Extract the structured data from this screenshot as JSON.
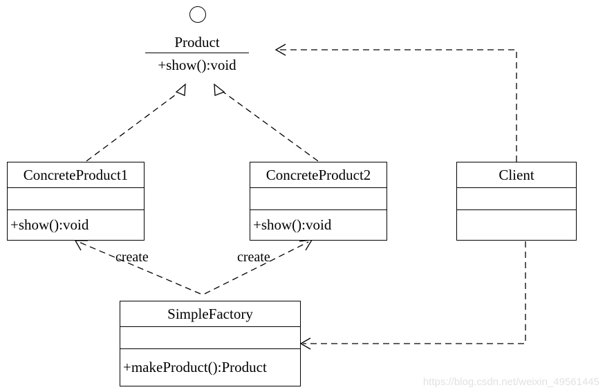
{
  "interface": {
    "name": "Product",
    "operation": "+show():void"
  },
  "classes": {
    "concrete_product_1": {
      "name": "ConcreteProduct1",
      "operation": "+show():void"
    },
    "concrete_product_2": {
      "name": "ConcreteProduct2",
      "operation": "+show():void"
    },
    "client": {
      "name": "Client"
    },
    "simple_factory": {
      "name": "SimpleFactory",
      "operation": "+makeProduct():Product"
    }
  },
  "relations": {
    "create_label_1": "create",
    "create_label_2": "create"
  },
  "watermark": "https://blog.csdn.net/weixin_49561445",
  "colors": {
    "line": "#000000",
    "background": "#ffffff",
    "watermark": "#e2e2e2"
  }
}
